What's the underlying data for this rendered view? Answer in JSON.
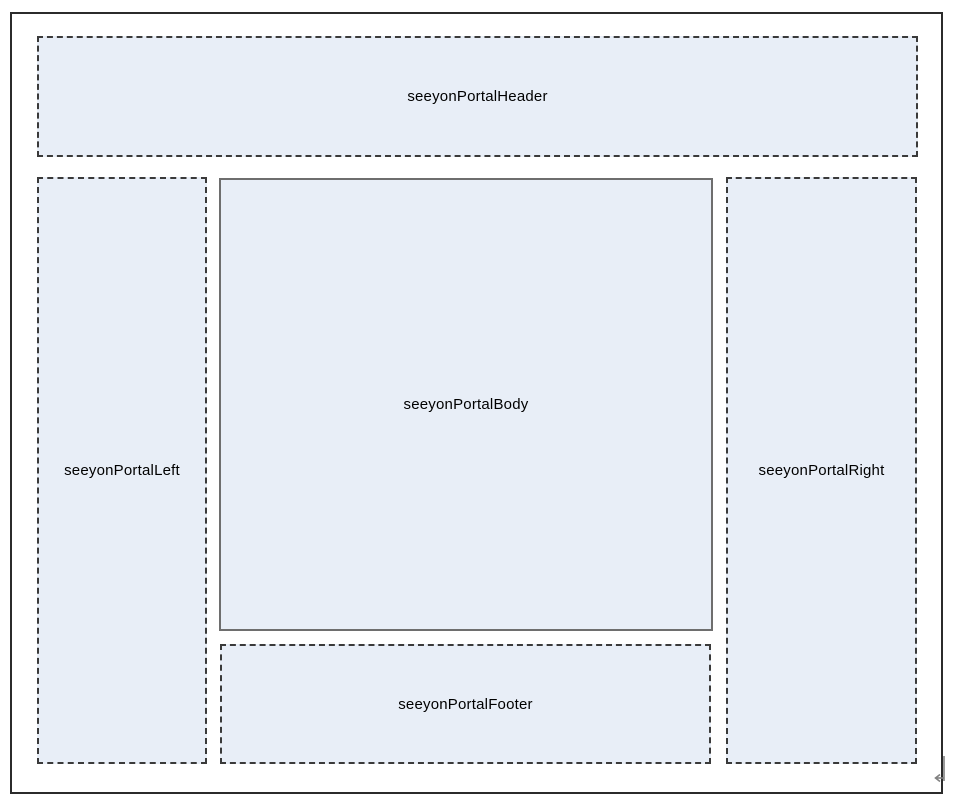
{
  "diagram": {
    "regions": {
      "header": {
        "label": "seeyonPortalHeader",
        "border_style": "dashed"
      },
      "left": {
        "label": "seeyonPortalLeft",
        "border_style": "dashed"
      },
      "body": {
        "label": "seeyonPortalBody",
        "border_style": "solid"
      },
      "right": {
        "label": "seeyonPortalRight",
        "border_style": "dashed"
      },
      "footer": {
        "label": "seeyonPortalFooter",
        "border_style": "dashed"
      }
    },
    "colors": {
      "region_fill": "#e8eef7",
      "dashed_border": "#3a3a3a",
      "solid_border": "#6e6e6e",
      "outer_border": "#2b2b2b",
      "return_mark": "#808080"
    }
  }
}
